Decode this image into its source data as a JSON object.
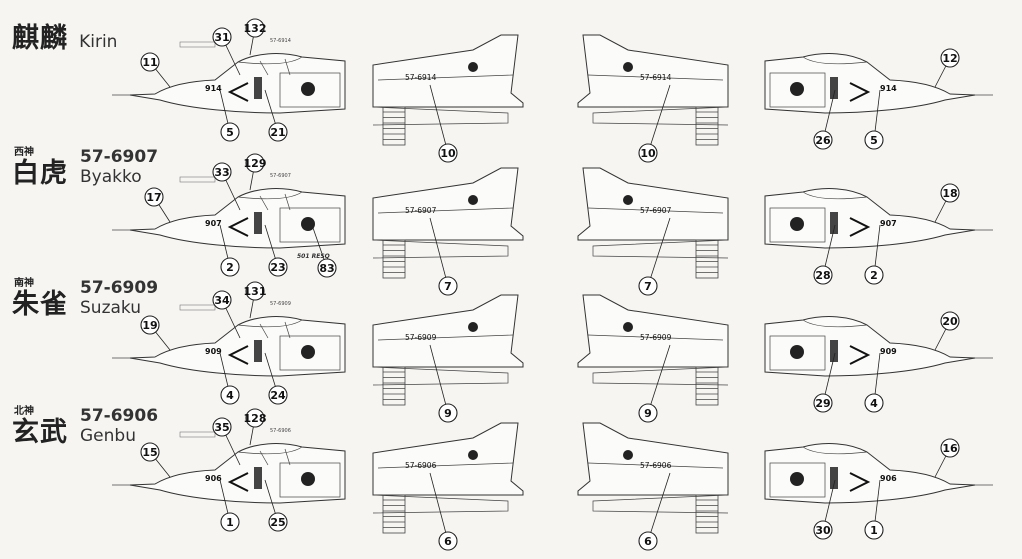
{
  "rows": [
    {
      "kanji_small": "",
      "kanji_name": "麒麟",
      "serial_label": "",
      "english_name": "Kirin",
      "nose_code": "914",
      "tail_serial": "57-6914",
      "callouts": {
        "left_nose": "11",
        "left_canopy": "31",
        "left_top": "132",
        "left_code": "5",
        "left_intake": "21",
        "tail_left": "10",
        "tail_right": "10",
        "right_nose": "12",
        "right_intake": "26",
        "right_code": "5"
      },
      "tiny_text": "57-6914"
    },
    {
      "kanji_small": "西神",
      "kanji_name": "白虎",
      "serial_label": "57-6907",
      "english_name": "Byakko",
      "nose_code": "907",
      "tail_serial": "57-6907",
      "callouts": {
        "left_nose": "17",
        "left_canopy": "33",
        "left_top": "129",
        "left_code": "2",
        "left_intake": "23",
        "left_extra": "83",
        "tail_left": "7",
        "tail_right": "7",
        "right_nose": "18",
        "right_intake": "28",
        "right_code": "2"
      },
      "tiny_text": "57-6907",
      "extra_text": "501 RESQ"
    },
    {
      "kanji_small": "南神",
      "kanji_name": "朱雀",
      "serial_label": "57-6909",
      "english_name": "Suzaku",
      "nose_code": "909",
      "tail_serial": "57-6909",
      "callouts": {
        "left_nose": "19",
        "left_canopy": "34",
        "left_top": "131",
        "left_code": "4",
        "left_intake": "24",
        "tail_left": "9",
        "tail_right": "9",
        "right_nose": "20",
        "right_intake": "29",
        "right_code": "4"
      },
      "tiny_text": "57-6909"
    },
    {
      "kanji_small": "北神",
      "kanji_name": "玄武",
      "serial_label": "57-6906",
      "english_name": "Genbu",
      "nose_code": "906",
      "tail_serial": "57-6906",
      "callouts": {
        "left_nose": "15",
        "left_canopy": "35",
        "left_top": "128",
        "left_code": "1",
        "left_intake": "25",
        "tail_left": "6",
        "tail_right": "6",
        "right_nose": "16",
        "right_intake": "30",
        "right_code": "1"
      },
      "tiny_text": "57-6906"
    }
  ]
}
